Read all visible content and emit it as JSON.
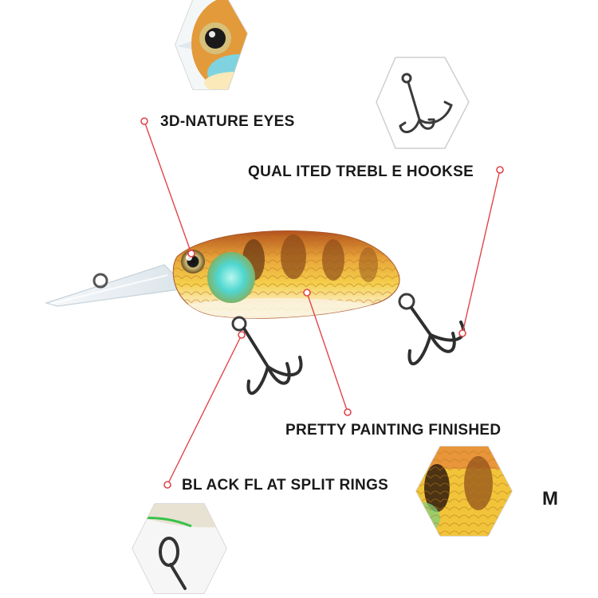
{
  "callouts": {
    "eyes": "3D-NATURE EYES",
    "hooks": "QUAL ITED TREBL E HOOKSE",
    "painting": "PRETTY PAINTING FINISHED",
    "rings": "BL ACK FL AT SPLIT RINGS"
  },
  "edge_mark": "M",
  "colors": {
    "callout_line": "#e0454a",
    "label_text": "#1a1a1a",
    "frame": "#cfcfcf",
    "lure_back": "#b4531e",
    "lure_body": "#f1c43a",
    "lure_belly": "#fbf2dc",
    "lure_gill": "#4fd7d0"
  },
  "icons": [
    "eye-icon",
    "treble-hook-icon",
    "scale-pattern-icon",
    "split-ring-icon"
  ]
}
